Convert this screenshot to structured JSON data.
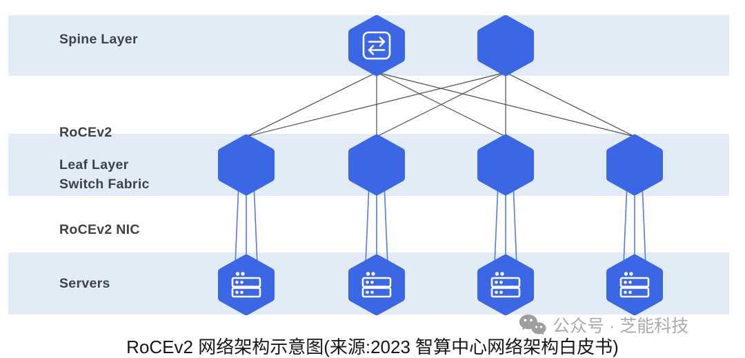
{
  "layers": [
    {
      "id": "spine",
      "label": "Spine Layer"
    },
    {
      "id": "fabric",
      "label_line1": "RoCEv2",
      "label_line2": "Switch Fabric"
    },
    {
      "id": "leaf",
      "label": "Leaf Layer"
    },
    {
      "id": "nic",
      "label": "RoCEv2 NIC"
    },
    {
      "id": "servers",
      "label": "Servers"
    }
  ],
  "diagram": {
    "spine_nodes": [
      {
        "name": "spine-switch-1",
        "icon": "swap-arrows-icon"
      },
      {
        "name": "spine-switch-2",
        "icon": null
      }
    ],
    "leaf_nodes": [
      {
        "name": "leaf-switch-1"
      },
      {
        "name": "leaf-switch-2"
      },
      {
        "name": "leaf-switch-3"
      },
      {
        "name": "leaf-switch-4"
      }
    ],
    "server_nodes": [
      {
        "name": "server-1",
        "icon": "server-icon"
      },
      {
        "name": "server-2",
        "icon": "server-icon"
      },
      {
        "name": "server-3",
        "icon": "server-icon"
      },
      {
        "name": "server-4",
        "icon": "server-icon"
      }
    ]
  },
  "caption": "RoCEv2 网络架构示意图(来源:2023 智算中心网络架构白皮书)",
  "watermark": {
    "icon": "wechat-icon",
    "text": "公众号 · 芝能科技"
  },
  "colors": {
    "band": "#e1ecf6",
    "hex_fill": "#3b66e4",
    "icon_stroke": "#ffffff",
    "fabric_link": "#4a4a4a",
    "nic_link": "#5379e8",
    "label": "#3d4248",
    "caption": "#161616",
    "watermark": "#ababab",
    "background": "#ffffff"
  }
}
